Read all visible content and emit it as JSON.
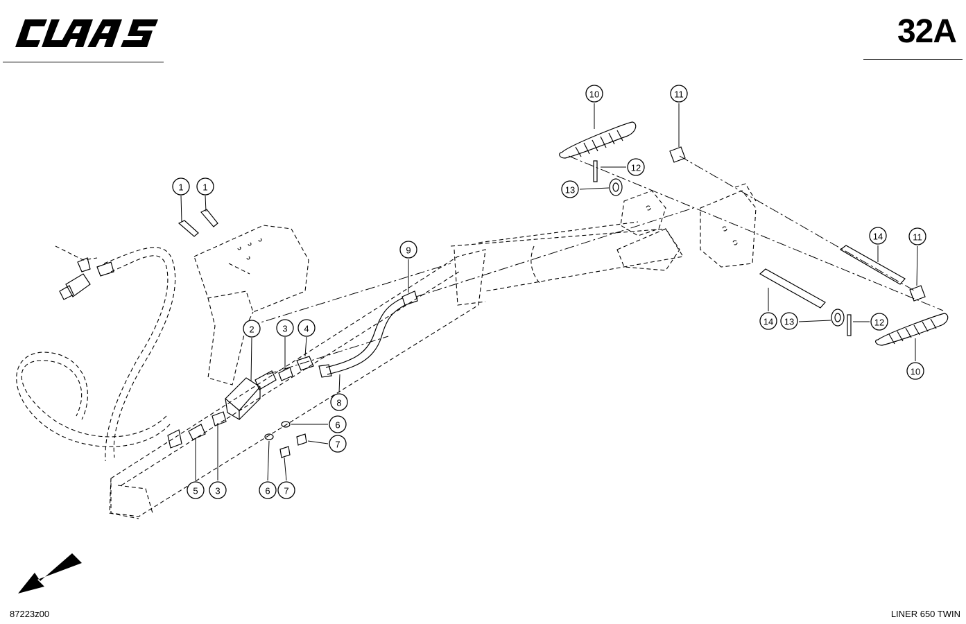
{
  "header": {
    "logo_text": "CLAAS",
    "page_number": "32A"
  },
  "footer": {
    "drawing_id": "87223z00",
    "model": "LINER 650 TWIN"
  },
  "callouts": [
    {
      "label": "1"
    },
    {
      "label": "1"
    },
    {
      "label": "2"
    },
    {
      "label": "3"
    },
    {
      "label": "4"
    },
    {
      "label": "5"
    },
    {
      "label": "3"
    },
    {
      "label": "6"
    },
    {
      "label": "7"
    },
    {
      "label": "6"
    },
    {
      "label": "7"
    },
    {
      "label": "8"
    },
    {
      "label": "9"
    },
    {
      "label": "10"
    },
    {
      "label": "11"
    },
    {
      "label": "12"
    },
    {
      "label": "13"
    },
    {
      "label": "14"
    },
    {
      "label": "11"
    },
    {
      "label": "14"
    },
    {
      "label": "13"
    },
    {
      "label": "12"
    },
    {
      "label": "10"
    }
  ]
}
